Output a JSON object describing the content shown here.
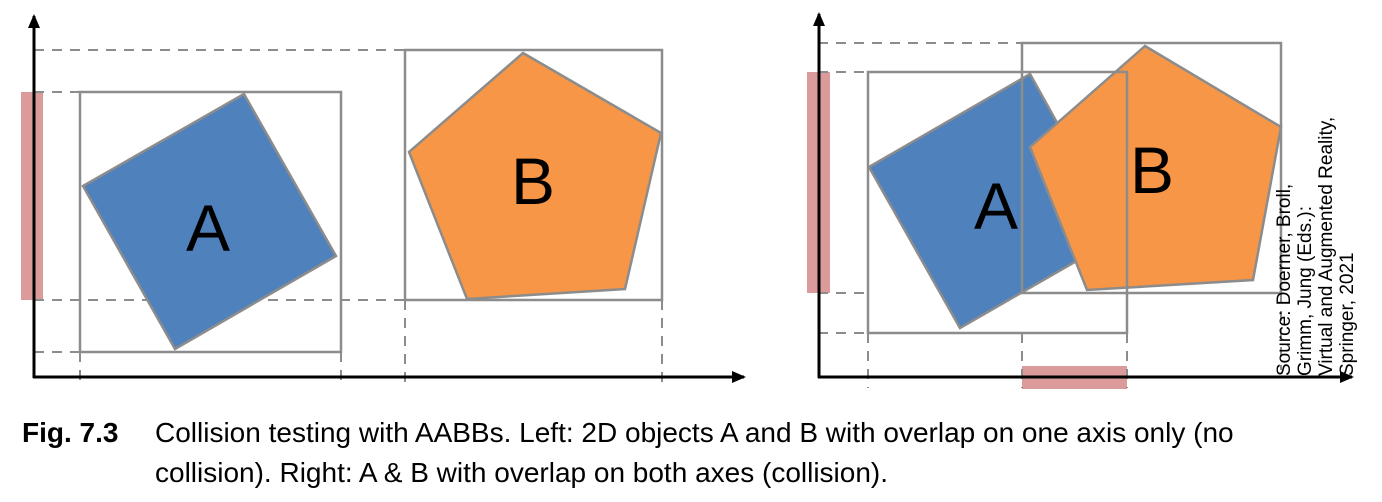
{
  "figure": {
    "left_panel": {
      "label_a": "A",
      "label_b": "B"
    },
    "right_panel": {
      "label_a": "A",
      "label_b": "B"
    },
    "source_lines": [
      "Source: Doerner, Broll,",
      "Grimm, Jung (Eds.):",
      "Virtual and Augmented Reality,",
      "Springer, 2021"
    ]
  },
  "caption": {
    "tag": "Fig. 7.3",
    "text": "Collision testing with AABBs. Left: 2D objects A and B with overlap on one axis only (no collision). Right: A & B with overlap on both axes (collision)."
  },
  "colors": {
    "object_a": "#4f81bd",
    "object_b": "#f79646",
    "bounding_box": "#8c8c8c",
    "overlap_bar": "#dc9b9b",
    "axis": "#000000"
  }
}
